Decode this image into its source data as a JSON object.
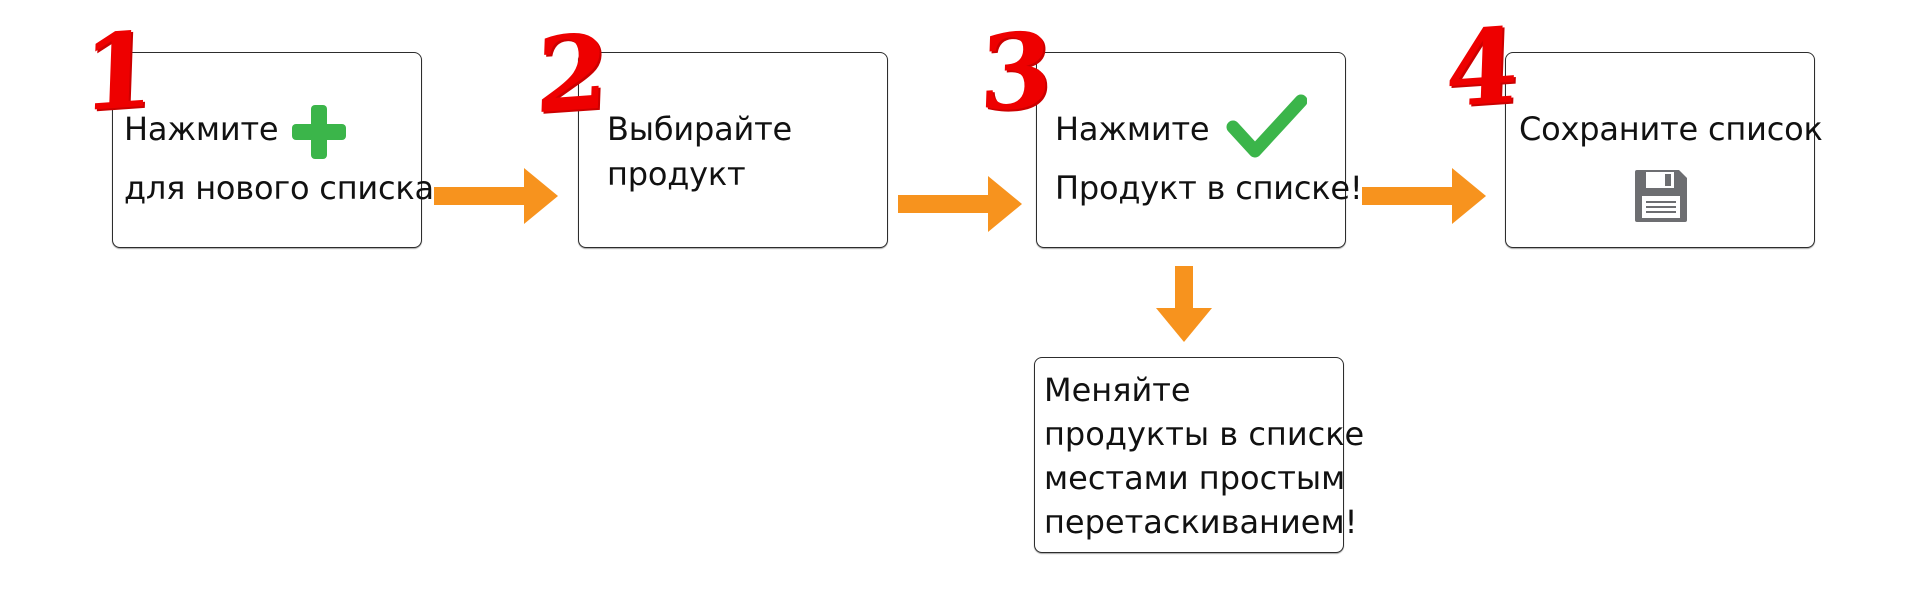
{
  "steps": [
    {
      "number": "1",
      "line1": "Нажмите",
      "line2": "для нового списка"
    },
    {
      "number": "2",
      "line1": "Выбирайте",
      "line2": "продукт"
    },
    {
      "number": "3",
      "line1": "Нажмите",
      "line2": "Продукт в списке!"
    },
    {
      "number": "4",
      "line1": "Сохраните список"
    }
  ],
  "extra_box": {
    "lines": [
      "Меняйте",
      "продукты в списке",
      "местами простым",
      "перетаскиванием!"
    ]
  },
  "icons": {
    "plus": "plus-icon",
    "check": "checkmark-icon",
    "save": "floppy-disk-icon",
    "arrow": "arrow-icon"
  },
  "colors": {
    "number": "#ee0000",
    "plus": "#3bb54a",
    "check": "#3bb54a",
    "arrow": "#f7931e",
    "floppy": "#6d6e71"
  }
}
